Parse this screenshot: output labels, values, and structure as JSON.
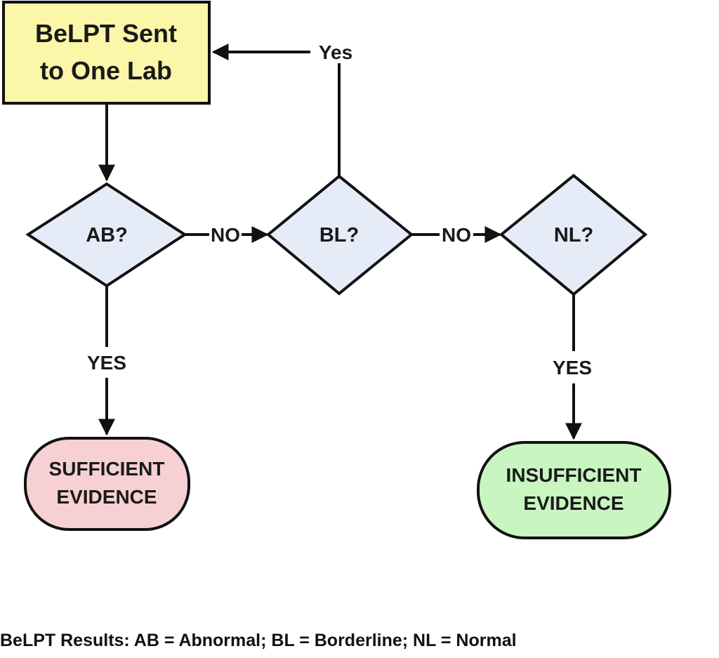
{
  "start_box": {
    "line1": "BeLPT Sent",
    "line2": "to One Lab"
  },
  "decisions": {
    "ab": "AB?",
    "bl": "BL?",
    "nl": "NL?"
  },
  "edges": {
    "bl_yes": "Yes",
    "ab_no": "NO",
    "bl_no": "NO",
    "ab_yes": "YES",
    "nl_yes": "YES"
  },
  "outcomes": {
    "sufficient": {
      "line1": "SUFFICIENT",
      "line2": "EVIDENCE"
    },
    "insufficient": {
      "line1": "INSUFFICIENT",
      "line2": "EVIDENCE"
    }
  },
  "footer": "BeLPT Results:  AB = Abnormal;  BL = Borderline;  NL = Normal",
  "colors": {
    "start_fill": "#fbf6a8",
    "decision_fill": "#e6ecf7",
    "sufficient_fill": "#f6d0d2",
    "insufficient_fill": "#c8f5c0",
    "stroke": "#111111"
  }
}
